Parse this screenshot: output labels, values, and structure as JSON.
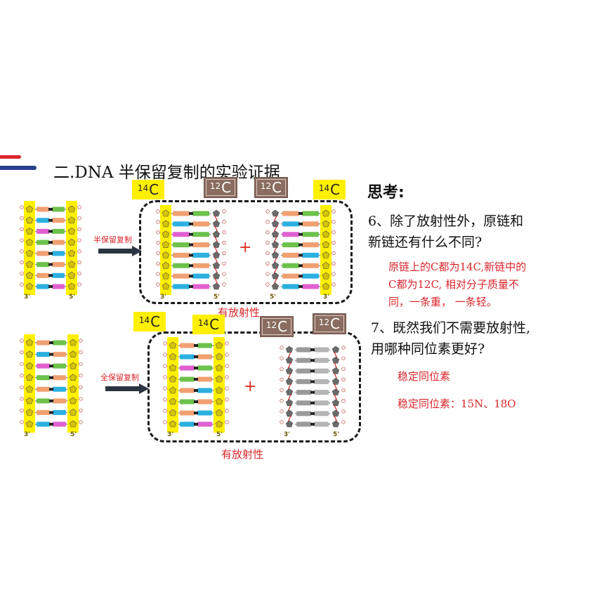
{
  "heading": "二.DNA 半保留复制的实验证据",
  "row1": {
    "tags": [
      {
        "mass": "14",
        "el": "C",
        "style": "yellow"
      },
      {
        "mass": "12",
        "el": "C",
        "style": "brown"
      },
      {
        "mass": "12",
        "el": "C",
        "style": "brown"
      },
      {
        "mass": "14",
        "el": "C",
        "style": "yellow"
      }
    ],
    "arrow_label": "半保留复制",
    "caption": "有放射性",
    "plus": "+",
    "end_labels": [
      "3'",
      "5'",
      "3'",
      "5'",
      "5'",
      "3'"
    ]
  },
  "row2": {
    "tags": [
      {
        "mass": "14",
        "el": "C",
        "style": "yellow"
      },
      {
        "mass": "14",
        "el": "C",
        "style": "yellow"
      },
      {
        "mass": "12",
        "el": "C",
        "style": "brown"
      },
      {
        "mass": "12",
        "el": "C",
        "style": "brown"
      }
    ],
    "arrow_label": "全保留复制",
    "caption": "有放射性",
    "plus": "+",
    "end_labels": [
      "3'",
      "5'",
      "3'",
      "5'",
      "3'",
      "5'"
    ]
  },
  "right": {
    "title": "思考:",
    "q6_line1": "6、除了放射性外，原链和",
    "q6_line2": "新链还有什么不同?",
    "a6_line1": "原链上的C都为14C,新链中的",
    "a6_line2": "C都为12C, 相对分子质量不",
    "a6_line3": "同，一条重， 一条轻。",
    "q7_line1": "7、既然我们不需要放射性,",
    "q7_line2": "用哪种同位素更好?",
    "a7_line1": "稳定同位素",
    "a7_line2": "稳定同位素：15N、18O"
  },
  "colors": {
    "accent_red": "#d9262b",
    "accent_blue": "#2a3f8f",
    "strand_yellow": "#ffef00",
    "tag_brown": "#8a6c60",
    "base_colors": [
      "#f0a070",
      "#2bb0e0",
      "#e060d0",
      "#6cc24a",
      "#f0a070",
      "#6cc24a",
      "#f0a070",
      "#2bb0e0"
    ]
  },
  "icons": [
    "right-arrow-icon",
    "dna-helix-icon"
  ]
}
